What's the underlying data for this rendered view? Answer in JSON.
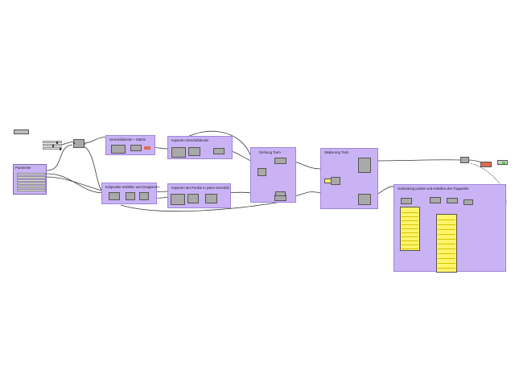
{
  "groups": [
    {
      "id": "g1",
      "title": "Geschoßdecke + Stärke"
    },
    {
      "id": "g2",
      "title": "Kopieren Geschoßdecke"
    },
    {
      "id": "g3",
      "title": "Drehung Turm"
    },
    {
      "id": "g4",
      "title": "Skalierung Turm"
    },
    {
      "id": "g5",
      "title": "Eckpunkte erstellen und Gruppieren"
    },
    {
      "id": "g6",
      "title": "Kopieren der Punkte in jedes Geschoß"
    },
    {
      "id": "g7",
      "title": "Verbindung punkte und erstellen des Tragwerks"
    }
  ],
  "parameter_panel": {
    "title": "Parameter",
    "rows": [
      "",
      "",
      "",
      "",
      "",
      "",
      ""
    ]
  },
  "colors": {
    "group_fill": "#c9b3f5",
    "component": "#a9a9a9",
    "wire": "#3a3a3a",
    "panel_yellow": "#fff46a"
  }
}
